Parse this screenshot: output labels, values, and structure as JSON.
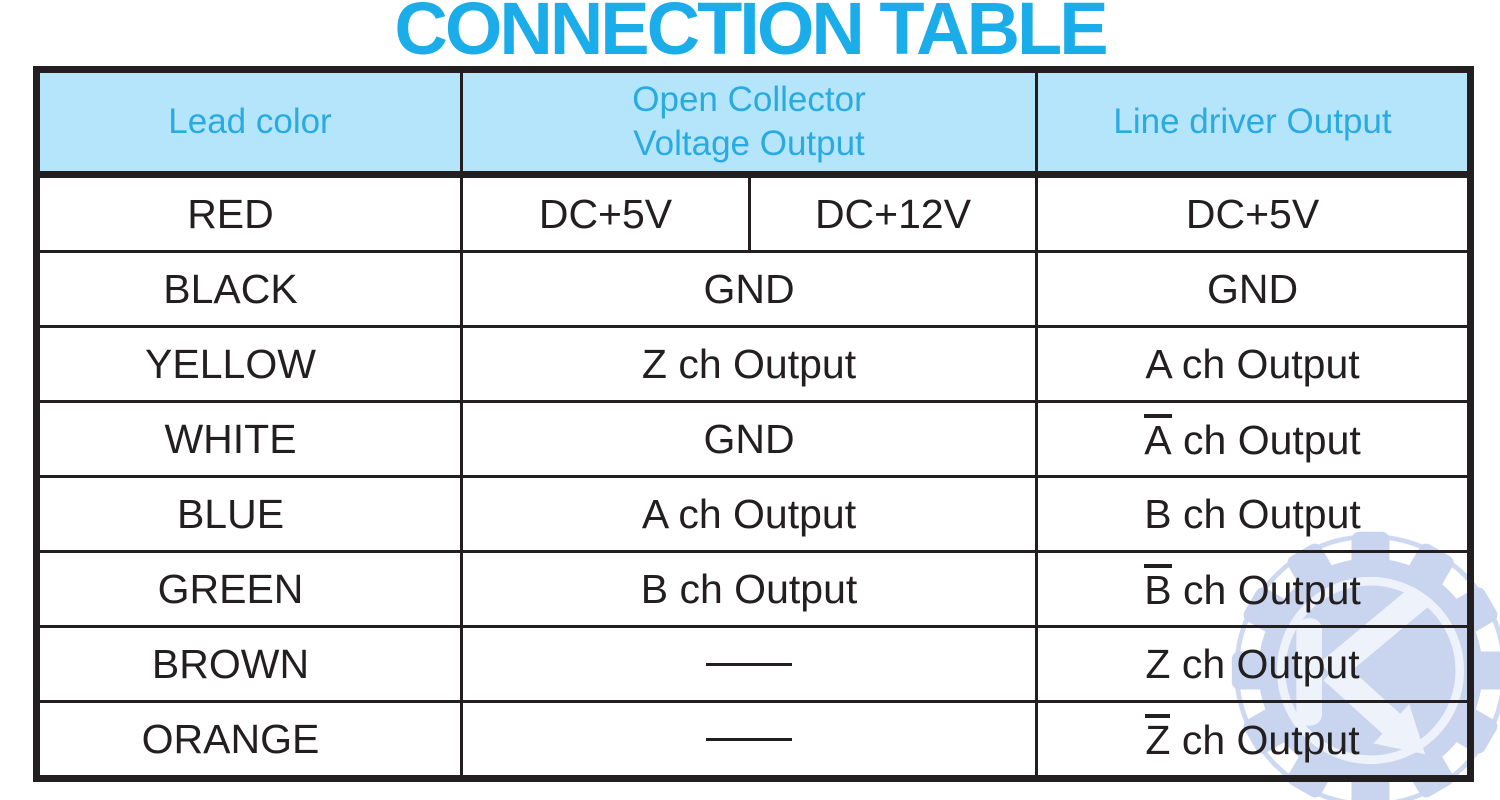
{
  "title": "CONNECTION TABLE",
  "colors": {
    "accent_cyan": "#29abe2",
    "title_cyan": "#1badea",
    "header_bg": "#b5e5fa",
    "border": "#231f20",
    "body_text": "#231f20",
    "watermark_blue": "#c9d5ef"
  },
  "table": {
    "headers": {
      "lead_color": "Lead color",
      "open_collector_line1": "Open Collector",
      "open_collector_line2": "Voltage Output",
      "line_driver": "Line driver Output"
    },
    "rows": [
      {
        "lead": "RED",
        "oc_left": "DC+5V",
        "oc_right": "DC+12V",
        "line_driver": "DC+5V"
      },
      {
        "lead": "BLACK",
        "oc": "GND",
        "line_driver": "GND"
      },
      {
        "lead": "YELLOW",
        "oc": "Z ch Output",
        "line_driver": "A ch Output"
      },
      {
        "lead": "WHITE",
        "oc": "GND",
        "ld_bar": "A",
        "ld_rest": " ch Output"
      },
      {
        "lead": "BLUE",
        "oc": "A ch Output",
        "line_driver": "B ch Output"
      },
      {
        "lead": "GREEN",
        "oc": "B ch Output",
        "ld_bar": "B",
        "ld_rest": " ch Output"
      },
      {
        "lead": "BROWN",
        "oc": "—",
        "line_driver": "Z ch Output"
      },
      {
        "lead": "ORANGE",
        "oc": "—",
        "ld_bar": "Z",
        "ld_rest": " ch Output"
      }
    ]
  },
  "watermark": {
    "icon": "gear-k-logo"
  }
}
